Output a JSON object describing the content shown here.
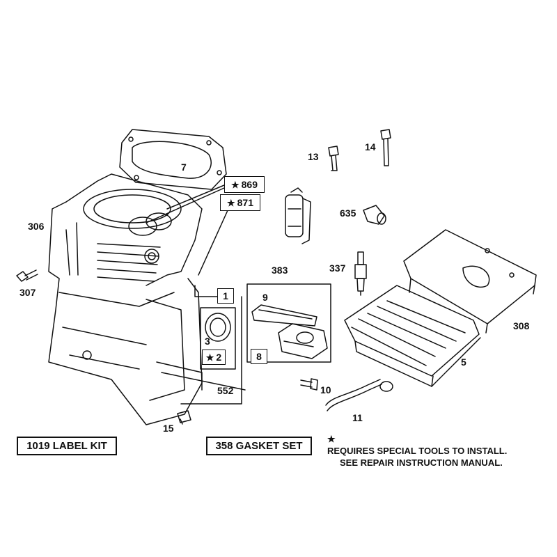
{
  "callouts": {
    "p7": "7",
    "p13": "13",
    "p14": "14",
    "p306": "306",
    "p307": "307",
    "p635": "635",
    "p383": "383",
    "p337": "337",
    "p308": "308",
    "p5": "5",
    "p10": "10",
    "p11": "11",
    "p15": "15",
    "p552": "552",
    "p1": "1",
    "p3": "3",
    "p2": "2",
    "p9": "9",
    "p8": "8",
    "p869": "869",
    "p871": "871"
  },
  "kits": {
    "label_kit": "1019 LABEL KIT",
    "gasket_set": "358 GASKET SET"
  },
  "note": {
    "symbol": "★",
    "line1": "REQUIRES SPECIAL TOOLS TO INSTALL.",
    "line2": "SEE REPAIR INSTRUCTION MANUAL."
  }
}
